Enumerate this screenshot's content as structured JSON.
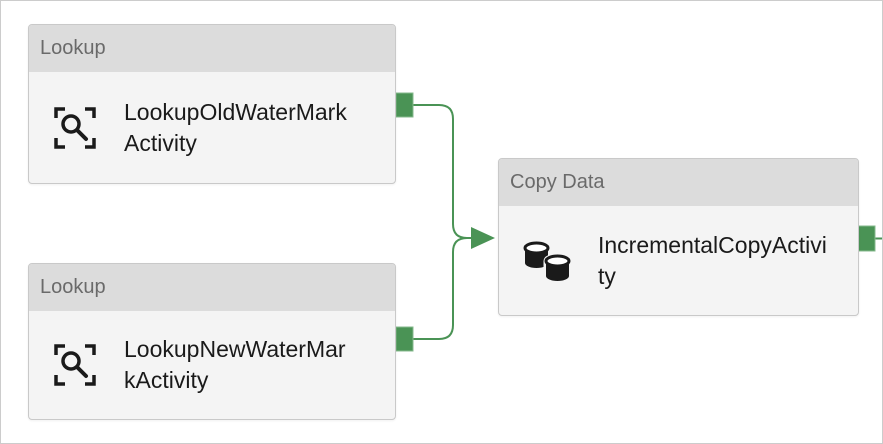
{
  "colors": {
    "connector_green": "#4a9355",
    "connector_green_light": "#86b98d",
    "header_bg": "#dcdcdc",
    "header_text": "#6a6a6a",
    "body_bg": "#f4f4f4",
    "box_border": "#c9c9c9",
    "icon_color": "#1a1a1a",
    "name_text": "#1a1a1a",
    "canvas_border": "#cccccc"
  },
  "nodes": [
    {
      "type_label": "Lookup",
      "name": "LookupOldWaterMarkActivity",
      "icon": "lookup-icon"
    },
    {
      "type_label": "Lookup",
      "name": "LookupNewWaterMarkActivity",
      "icon": "lookup-icon"
    },
    {
      "type_label": "Copy Data",
      "name": "IncrementalCopyActivity",
      "icon": "copy-data-icon"
    }
  ],
  "connections": [
    {
      "from": "LookupOldWaterMarkActivity",
      "to": "IncrementalCopyActivity"
    },
    {
      "from": "LookupNewWaterMarkActivity",
      "to": "IncrementalCopyActivity"
    }
  ]
}
